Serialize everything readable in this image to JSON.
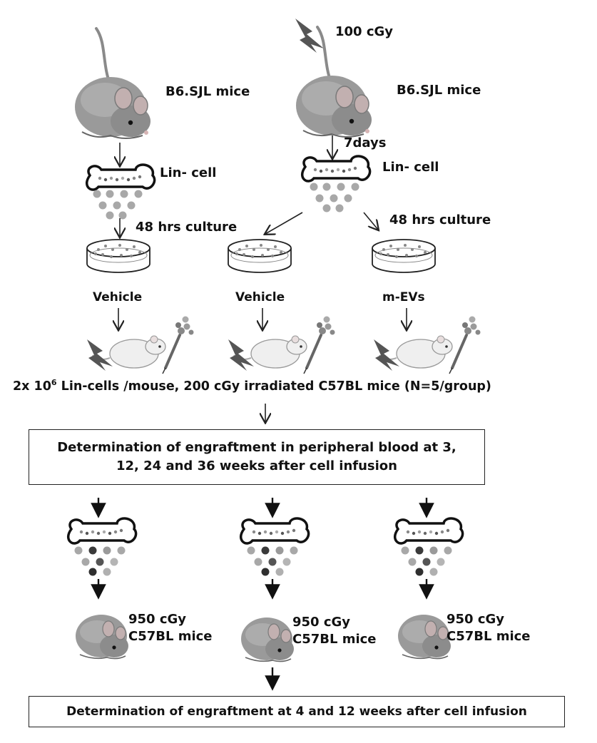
{
  "labels": {
    "dose_top": "100 cGy",
    "mouse_left": "B6.SJL  mice",
    "mouse_right": "B6.SJL mice",
    "days": "7days",
    "lin_left": "Lin- cell",
    "lin_right": "Lin- cell",
    "culture_left": "48 hrs culture",
    "culture_right": "48 hrs culture",
    "treat_1": "Vehicle",
    "treat_2": "Vehicle",
    "treat_3": "m-EVs"
  },
  "transplant_caption": {
    "prefix": "2x 10",
    "superscript": "6",
    "suffix": " Lin-cells /mouse, 200 cGy irradiated C57BL mice (N=5/group)"
  },
  "box_primary": "Determination of engraftment in  peripheral blood at 3, 12, 24 and 36 weeks after cell infusion",
  "secondary_recipients": [
    {
      "dose": "950 cGy",
      "strain": "C57BL mice"
    },
    {
      "dose": "950 cGy",
      "strain": "C57BL mice"
    },
    {
      "dose": "950 cGy",
      "strain": "C57BL mice"
    }
  ],
  "box_secondary": "Determination of engraftment at  4  and 12 weeks after cell infusion",
  "colors": {
    "mouse_fur": "#9a9a9a",
    "mouse_dark": "#6e6e6e",
    "lightning": "#555555",
    "cell_light": "#a8a8a8",
    "cell_dark": "#3a3a3a",
    "line": "#222222"
  }
}
